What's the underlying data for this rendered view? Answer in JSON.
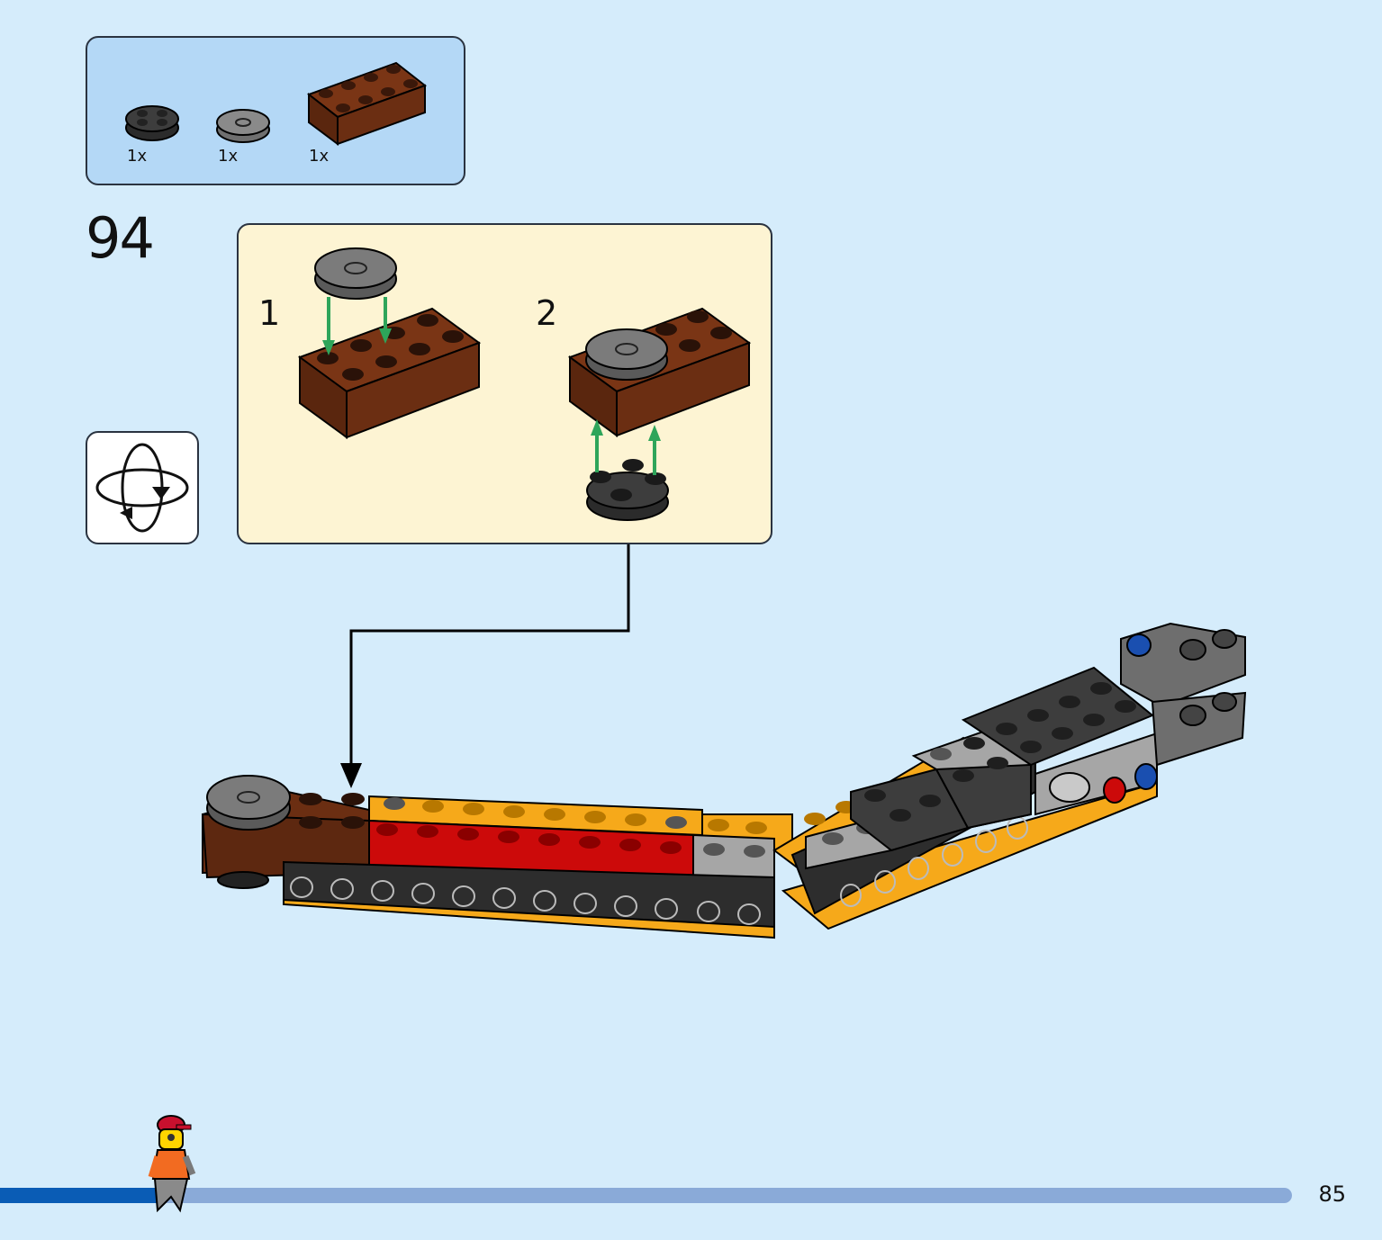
{
  "parts_list": [
    {
      "name": "black round plate 2x2",
      "qty": "1x"
    },
    {
      "name": "grey round tile 2x2",
      "qty": "1x"
    },
    {
      "name": "reddish brown brick 2x4",
      "qty": "1x"
    }
  ],
  "step": {
    "number": "94"
  },
  "substeps": [
    {
      "label": "1"
    },
    {
      "label": "2"
    }
  ],
  "icons": {
    "rotate": "rotate-model-icon",
    "minifig": "walking-minifigure-icon"
  },
  "progress": {
    "fraction": 0.125
  },
  "page": {
    "number": "85"
  },
  "colors": {
    "background": "#d5ecfb",
    "parts_box": "#b4d8f6",
    "substep_box": "#fdf4d3",
    "progress_fill": "#0a5cb5",
    "progress_track": "#8aaad8",
    "brown": "#6b2e12",
    "red": "#cc0a0a",
    "orange": "#f6a91a",
    "dark_grey": "#3d3d3d",
    "light_grey": "#a6a6a6"
  }
}
